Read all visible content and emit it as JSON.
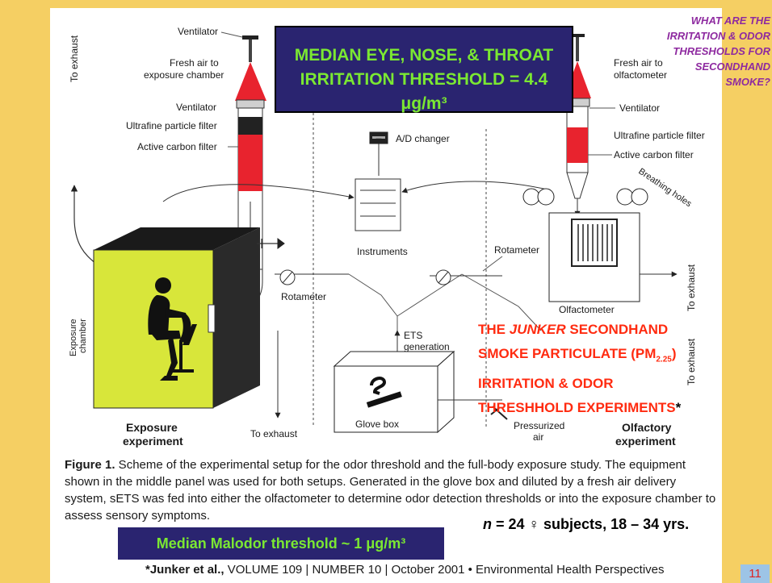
{
  "headline": {
    "line1": "MEDIAN EYE, NOSE, & THROAT",
    "line2": "IRRITATION THRESHOLD = 4.4 μg/m³"
  },
  "question": [
    "WHAT ARE THE",
    "IRRITATION & ODOR",
    "THRESHOLDS FOR",
    "SECONDHAND",
    "SMOKE?"
  ],
  "diagram": {
    "left": {
      "to_exhaust": "To exhaust",
      "ventilator_top": "Ventilator",
      "fresh_air_1": "Fresh air to",
      "fresh_air_2": "exposure chamber",
      "ventilator": "Ventilator",
      "ufp_filter": "Ultrafine particle filter",
      "carbon_filter": "Active carbon filter",
      "exposure_chamber_1": "Exposure",
      "exposure_chamber_2": "chamber",
      "rotameter": "Rotameter",
      "title_1": "Exposure",
      "title_2": "experiment",
      "to_exhaust_bottom": "To exhaust"
    },
    "middle": {
      "ad_changer": "A/D changer",
      "instruments": "Instruments",
      "ets_1": "ETS",
      "ets_2": "generation",
      "glove_box": "Glove box",
      "rotameter": "Rotameter"
    },
    "right": {
      "fresh_air_1": "Fresh air to",
      "fresh_air_2": "olfactometer",
      "ventilator": "Ventilator",
      "ufp_filter": "Ultrafine particle filter",
      "carbon_filter": "Active carbon filter",
      "breathing_holes": "Breathing holes",
      "olfactometer": "Olfactometer",
      "to_exhaust_1": "To exhaust",
      "to_exhaust_2": "To exhaust",
      "pressurized_1": "Pressurized",
      "pressurized_2": "air",
      "title_1": "Olfactory",
      "title_2": "experiment"
    }
  },
  "junker_note": {
    "line1_pre": "THE ",
    "line1_em": "JUNKER",
    "line1_post": " SECONDHAND",
    "line2_pre": "SMOKE PARTICULATE (PM",
    "line2_sub": "2.25",
    "line2_post": ")",
    "line3": "IRRITATION & ODOR",
    "line4": "THRESHHOLD EXPERIMENTS",
    "star": "*"
  },
  "caption": {
    "label": "Figure 1.",
    "text": " Scheme of the experimental setup for the odor threshold and the full-body exposure study. The equipment shown in the middle panel was used for both setups. Generated in the glove box and diluted by a fresh air delivery system, sETS was fed into either the olfactometer to determine odor detection thresholds or into the exposure chamber to assess sensory symptoms."
  },
  "malodor": "Median Malodor threshold ~ 1 μg/m³",
  "subjects": {
    "n": "n",
    "text": " = 24  ♀ subjects, 18 – 34 yrs."
  },
  "citation": {
    "author": "*Junker et al.,",
    "volume": " VOLUME 109 | NUMBER 10 | October 2001  •  Environmental Health Perspectives"
  },
  "page_number": "11",
  "colors": {
    "stripe": "#f5cf63",
    "box": "#2a2470",
    "green_text": "#7be832",
    "purple_text": "#8e2aa0",
    "red_text": "#ff2b10",
    "chamber": "#d8e63a",
    "filter_red": "#e8232e"
  }
}
